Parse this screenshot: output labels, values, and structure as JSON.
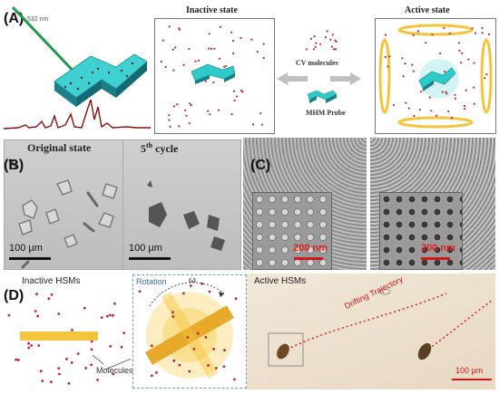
{
  "panelA": {
    "label": "(A)",
    "laser": "532 nm",
    "inactive_title": "Inactive state",
    "active_title": "Active state",
    "cv_label": "CV molecules",
    "probe_label": "MHM Probe"
  },
  "panelB": {
    "label": "(B)",
    "left_title": "Original state",
    "right_title_main": "5",
    "right_title_sup": "th",
    "right_title_rest": " cycle",
    "scale_left": "100 μm",
    "scale_right": "100 μm"
  },
  "panelC": {
    "label": "(C)",
    "scale_left": "200 nm",
    "scale_right": "200 nm"
  },
  "panelD": {
    "label": "(D)",
    "inactive_title": "Inactive HSMs",
    "rotation": "Rotation",
    "omega": "ω",
    "active_title": "Active HSMs",
    "molecules": "Molecules",
    "trajectory": "Drifting Trajectory",
    "scale": "100 μm"
  },
  "colors": {
    "cyan": "#2ec9c9",
    "gold": "#f2c53d",
    "dot": "#c0243a",
    "scalebar_red": "#d01818"
  }
}
